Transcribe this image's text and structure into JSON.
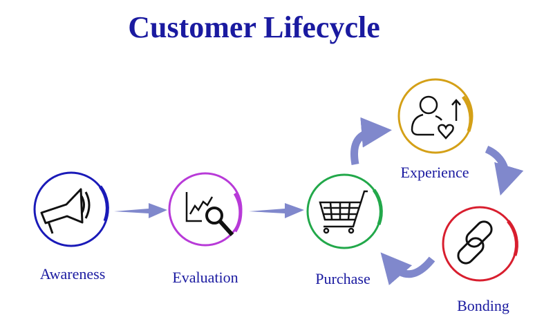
{
  "title": "Customer Lifecycle",
  "stages": [
    {
      "label": "Awareness",
      "icon": "megaphone-icon",
      "color": "#1a1ab8"
    },
    {
      "label": "Evaluation",
      "icon": "chart-magnifier-icon",
      "color": "#b83ad8"
    },
    {
      "label": "Purchase",
      "icon": "shopping-cart-icon",
      "color": "#22a84a"
    },
    {
      "label": "Experience",
      "icon": "user-heart-icon",
      "color": "#d4a017"
    },
    {
      "label": "Bonding",
      "icon": "chain-link-icon",
      "color": "#d81e2e"
    }
  ],
  "arrow_color": "#8088cc"
}
